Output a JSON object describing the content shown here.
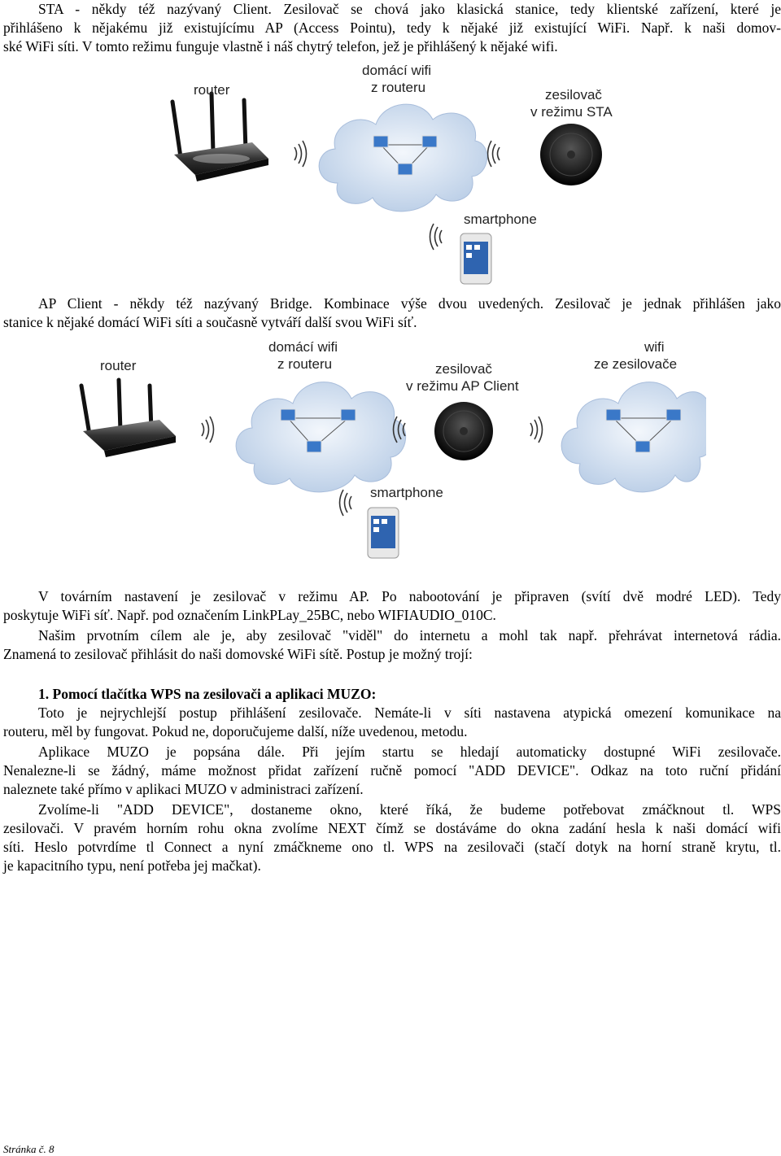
{
  "paragraphs": {
    "sta_line1": "STA - někdy též nazývaný Client. Zesilovač se chová jako klasická stanice, tedy klientské zařízení, které je",
    "sta_line2": "přihlášeno k nějakému již existujícímu AP (Access Pointu), tedy k nějaké již existující WiFi. Např. k naši domov-",
    "sta_line3": "ské WiFi síti. V tomto režimu funguje vlastně i náš chytrý telefon, jež je přihlášený k nějaké wifi.",
    "apc_line1": "AP Client - někdy též nazývaný Bridge. Kombinace výše dvou uvedených. Zesilovač je jednak přihlášen jako",
    "apc_line2": "stanice k nějaké domácí WiFi síti a současně vytváří další svou WiFi síť.",
    "factory_line1": "V továrním nastavení je zesilovač v režimu AP. Po nabootování je připraven (svítí dvě modré LED). Tedy",
    "factory_line2": "poskytuje WiFi síť. Např. pod označením LinkPLay_25BC, nebo WIFIAUDIO_010C.",
    "goal_line1": "Našim prvotním cílem ale je, aby zesilovač \"viděl\" do internetu a mohl tak např. přehrávat internetová rádia.",
    "goal_line2": "Znamená to zesilovač přihlásit do naši domovské WiFi sítě. Postup je možný trojí:",
    "heading1": "1. Pomocí tlačítka WPS na zesilovači a aplikaci MUZO:",
    "wps_line1": "Toto je nejrychlejší postup přihlášení zesilovače. Nemáte-li v síti nastavena atypická omezení komunikace na",
    "wps_line2": "routeru, měl by fungovat. Pokud ne, doporučujeme další, níže uvedenou, metodu.",
    "muzo_line1": "Aplikace MUZO je popsána dále. Při jejím startu se hledají automaticky dostupné WiFi zesilovače.",
    "muzo_line2": "Nenalezne-li se žádný, máme možnost přidat zařízení ručně pomocí \"ADD DEVICE\". Odkaz na toto ruční přidání",
    "muzo_line3": "naleznete také přímo v aplikaci MUZO v administraci zařízení.",
    "add_line1": "Zvolíme-li \"ADD DEVICE\", dostaneme okno, které říká, že budeme potřebovat zmáčknout tl. WPS",
    "add_line2": "zesilovači. V pravém horním rohu okna zvolíme NEXT čímž se dostáváme do okna zadání hesla k naši domácí wifi",
    "add_line3": "síti. Heslo potvrdíme tl Connect a nyní zmáčkneme ono tl. WPS na zesilovači (stačí dotyk na horní straně krytu, tl.",
    "add_line4": "je kapacitního typu, není potřeba jej mačkat)."
  },
  "diagram_sta": {
    "router": "router",
    "home_wifi_1": "domácí wifi",
    "home_wifi_2": "z routeru",
    "amp_1": "zesilovač",
    "amp_2": "v režimu STA",
    "phone": "smartphone"
  },
  "diagram_apc": {
    "router": "router",
    "home_wifi_1": "domácí wifi",
    "home_wifi_2": "z routeru",
    "amp_1": "zesilovač",
    "amp_2": "v režimu AP Client",
    "wifi_1": "wifi",
    "wifi_2": "ze zesilovače",
    "phone": "smartphone"
  },
  "footer": "Stránka č. 8",
  "colors": {
    "cloud": "#c9d9ee",
    "router": "#1a1a1a",
    "amplifier": "#111111"
  }
}
